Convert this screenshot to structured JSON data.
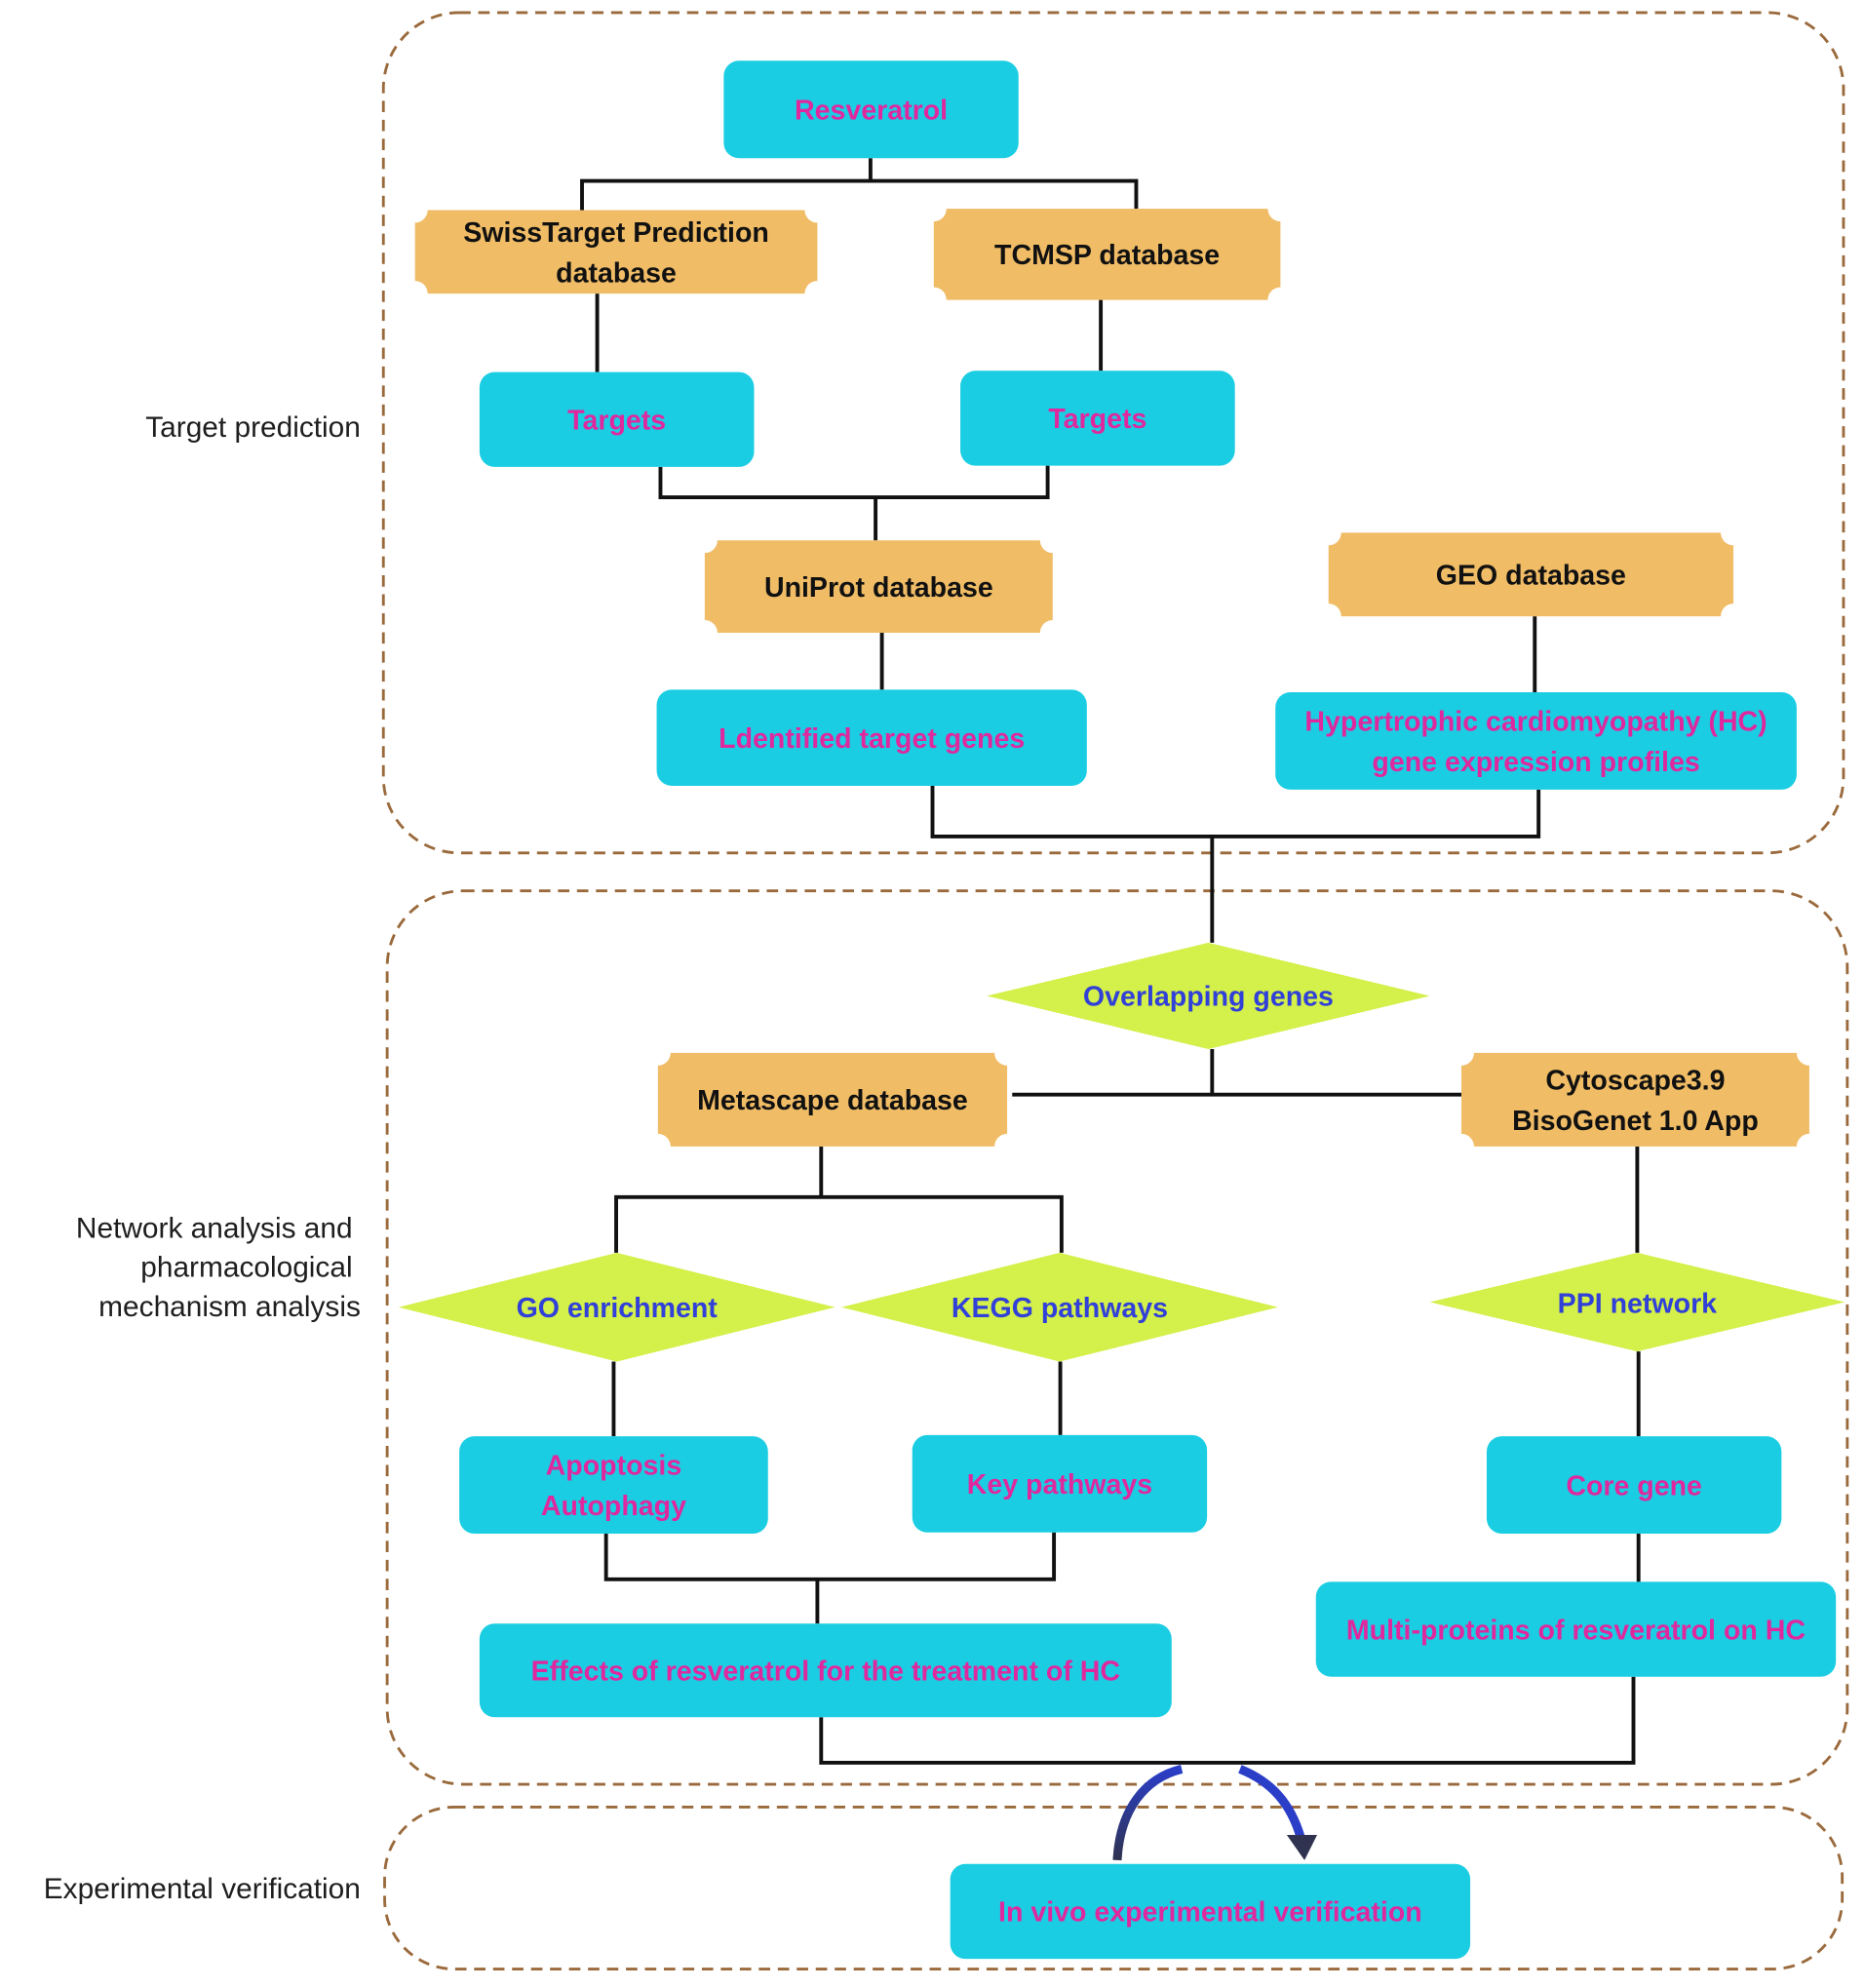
{
  "colors": {
    "process_box": "#1bcde3",
    "database_box": "#f0bc66",
    "decision_diamond": "#d4f04a",
    "process_text": "#e0289e",
    "database_text": "#111111",
    "decision_text": "#3040d8",
    "section_border": "#9a6a3c",
    "feedback_arrow": "#2b3ec8"
  },
  "sections": [
    {
      "id": "target-prediction",
      "label_lines": [
        "Target prediction"
      ]
    },
    {
      "id": "network-analysis",
      "label_lines": [
        "Network analysis and",
        "pharmacological",
        "mechanism analysis"
      ]
    },
    {
      "id": "experimental-verification",
      "label_lines": [
        "Experimental verification"
      ]
    }
  ],
  "nodes": {
    "resveratrol": {
      "type": "process",
      "lines": [
        "Resveratrol"
      ]
    },
    "swisstarget": {
      "type": "database",
      "lines": [
        "SwissTarget Prediction",
        "database"
      ]
    },
    "tcmsp": {
      "type": "database",
      "lines": [
        "TCMSP database"
      ]
    },
    "targets_swiss": {
      "type": "process",
      "lines": [
        "Targets"
      ]
    },
    "targets_tcmsp": {
      "type": "process",
      "lines": [
        "Targets"
      ]
    },
    "uniprot": {
      "type": "database",
      "lines": [
        "UniProt database"
      ]
    },
    "geo": {
      "type": "database",
      "lines": [
        "GEO database"
      ]
    },
    "identified_genes": {
      "type": "process",
      "lines": [
        "Ldentified target genes"
      ]
    },
    "hc_profiles": {
      "type": "process",
      "lines": [
        "Hypertrophic cardiomyopathy (HC)",
        "gene expression profiles"
      ]
    },
    "overlapping": {
      "type": "decision",
      "lines": [
        "Overlapping genes"
      ]
    },
    "metascape": {
      "type": "database",
      "lines": [
        "Metascape database"
      ]
    },
    "cytoscape": {
      "type": "database",
      "lines": [
        "Cytoscape3.9",
        "BisoGenet 1.0 App"
      ]
    },
    "go": {
      "type": "decision",
      "lines": [
        "GO enrichment"
      ]
    },
    "kegg": {
      "type": "decision",
      "lines": [
        "KEGG pathways"
      ]
    },
    "ppi": {
      "type": "decision",
      "lines": [
        "PPI network"
      ]
    },
    "apoptosis": {
      "type": "process",
      "lines": [
        "Apoptosis",
        "Autophagy"
      ]
    },
    "key_pathways": {
      "type": "process",
      "lines": [
        "Key pathways"
      ]
    },
    "core_gene": {
      "type": "process",
      "lines": [
        "Core gene"
      ]
    },
    "effects": {
      "type": "process",
      "lines": [
        "Effects of resveratrol for the treatment of HC"
      ]
    },
    "multi_proteins": {
      "type": "process",
      "lines": [
        "Multi-proteins of resveratrol on HC"
      ]
    },
    "in_vivo": {
      "type": "process",
      "lines": [
        "In vivo experimental verification"
      ]
    }
  },
  "edges": [
    [
      "resveratrol",
      "swisstarget"
    ],
    [
      "resveratrol",
      "tcmsp"
    ],
    [
      "swisstarget",
      "targets_swiss"
    ],
    [
      "tcmsp",
      "targets_tcmsp"
    ],
    [
      "targets_swiss",
      "uniprot"
    ],
    [
      "targets_tcmsp",
      "uniprot"
    ],
    [
      "uniprot",
      "identified_genes"
    ],
    [
      "geo",
      "hc_profiles"
    ],
    [
      "identified_genes",
      "overlapping"
    ],
    [
      "hc_profiles",
      "overlapping"
    ],
    [
      "overlapping",
      "metascape"
    ],
    [
      "overlapping",
      "cytoscape"
    ],
    [
      "metascape",
      "go"
    ],
    [
      "metascape",
      "kegg"
    ],
    [
      "cytoscape",
      "ppi"
    ],
    [
      "go",
      "apoptosis"
    ],
    [
      "kegg",
      "key_pathways"
    ],
    [
      "ppi",
      "core_gene"
    ],
    [
      "core_gene",
      "multi_proteins"
    ],
    [
      "apoptosis",
      "effects"
    ],
    [
      "key_pathways",
      "effects"
    ],
    [
      "effects",
      "in_vivo"
    ],
    [
      "multi_proteins",
      "in_vivo"
    ]
  ]
}
